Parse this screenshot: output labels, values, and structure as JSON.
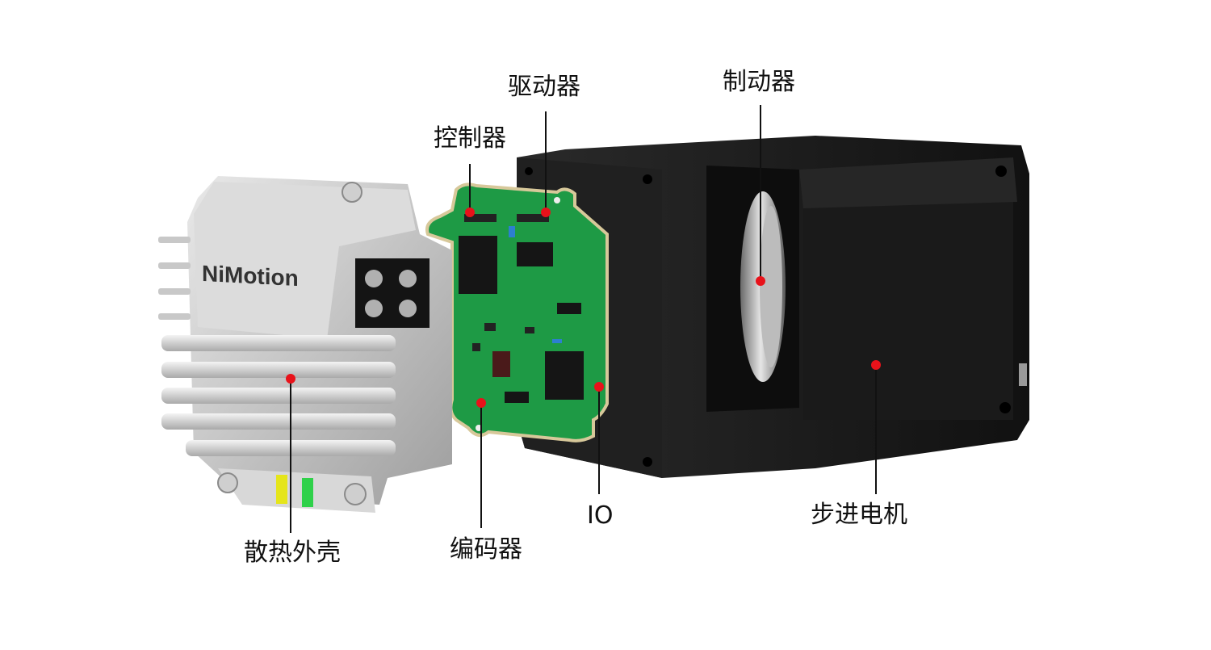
{
  "labels": {
    "drive": "驱动器",
    "brake": "制动器",
    "controller": "控制器",
    "io": "IO",
    "stepper_motor": "步进电机",
    "encoder": "编码器",
    "heatsink_housing": "散热外壳"
  },
  "brand": "NiMotion",
  "colors": {
    "pcb": "#1e9a45",
    "motor_body": "#1b1b1b",
    "housing": "#c9c9c9",
    "marker": "#e8121a",
    "led_yellow": "#e5e51a",
    "led_green": "#2fd14a"
  }
}
